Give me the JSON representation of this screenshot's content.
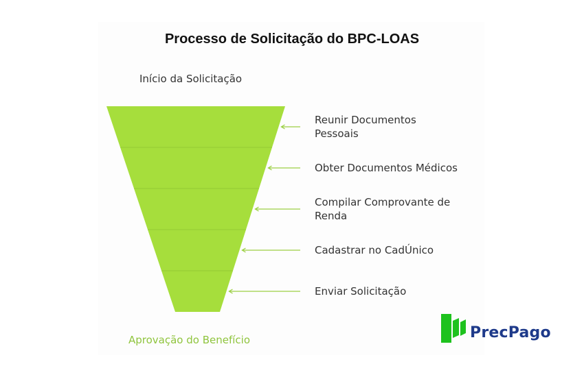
{
  "title": "Processo de Solicitação do BPC-LOAS",
  "start_label": "Início da Solicitação",
  "end_label": "Aprovação do Benefício",
  "steps": [
    "Reunir Documentos\nPessoais",
    "Obter Documentos Médicos",
    "Compilar Comprovante de\nRenda",
    "Cadastrar no CadÚnico",
    "Enviar Solicitação"
  ],
  "colors": {
    "funnel_fill": "#a6de3c",
    "divider": "#94c935",
    "arrow": "#9bd043",
    "end_label": "#8fc43d",
    "logo_green": "#1ec21e",
    "logo_text": "#1e3a8a"
  },
  "logo": {
    "text": "PrecPago"
  }
}
